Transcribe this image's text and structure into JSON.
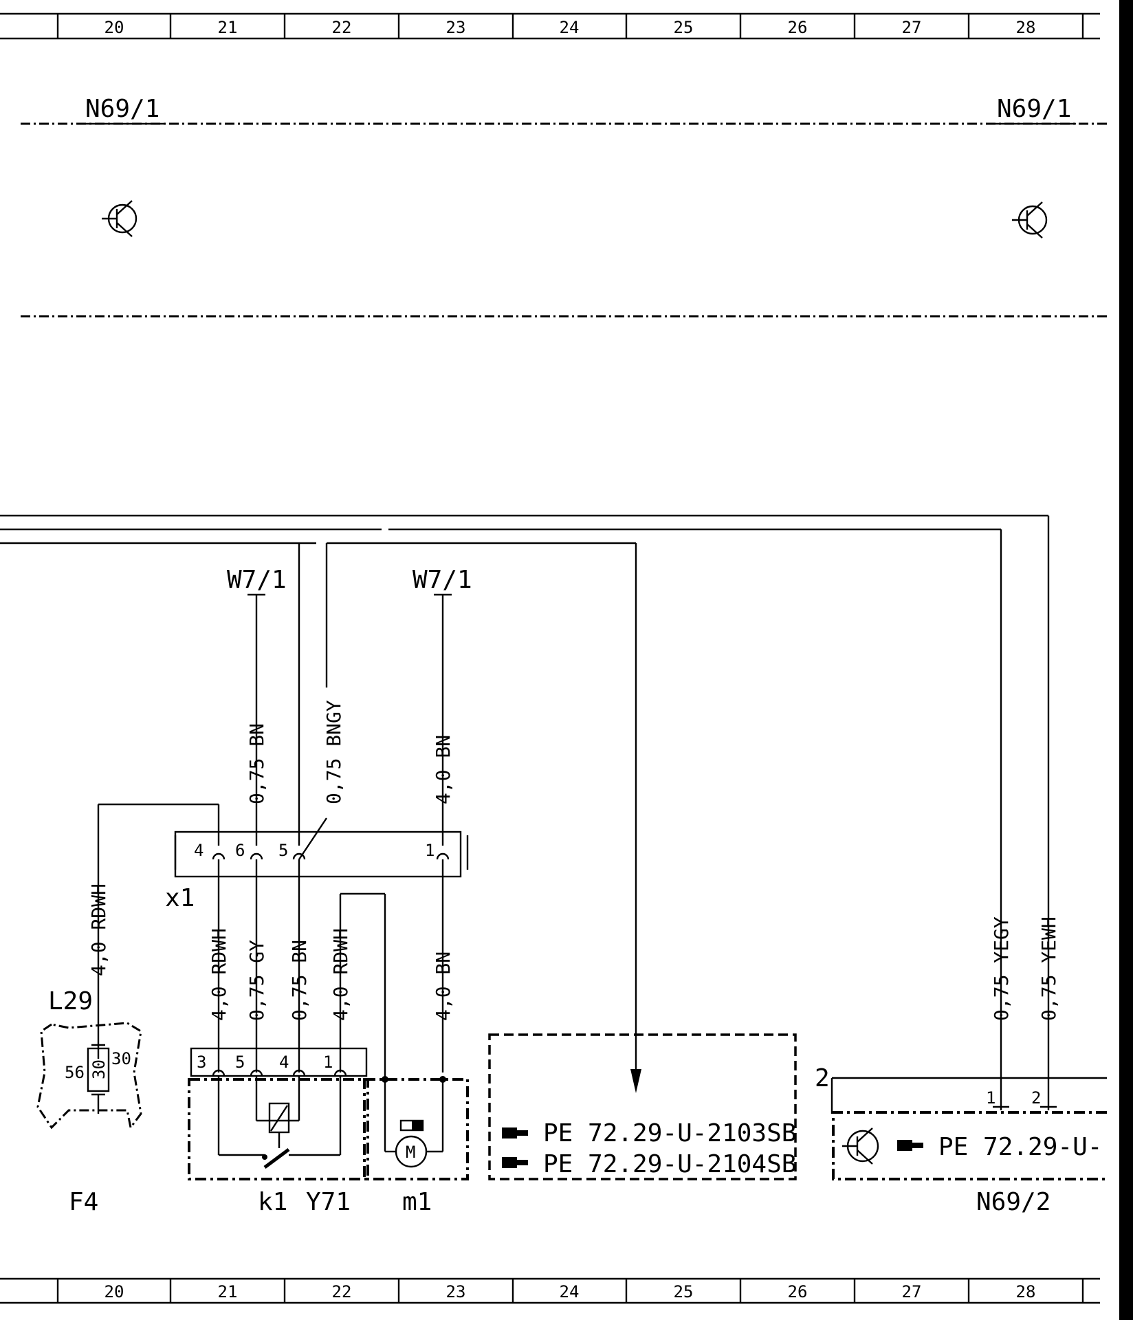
{
  "grid": {
    "columns": [
      "20",
      "21",
      "22",
      "23",
      "24",
      "25",
      "26",
      "27",
      "28"
    ]
  },
  "modules": {
    "top_left": "N69/1",
    "top_right": "N69/1",
    "bottom_right": "N69/2"
  },
  "ground_points": {
    "left": "W7/1",
    "right": "W7/1"
  },
  "wires": {
    "w_075bn_top": "0,75 BN",
    "w_075bngy": "0,75 BNGY",
    "w_40bn_top": "4,0 BN",
    "w_40rdwh_left": "4,0 RDWH",
    "w_40rdwh_k1": "4,0 RDWH",
    "w_075gy": "0,75 GY",
    "w_075bn_k1": "0,75 BN",
    "w_40rdwh_m1": "4,0 RDWH",
    "w_40bn_m1": "4,0 BN",
    "w_075yegy": "0,75 YEGY",
    "w_075yewh": "0,75 YEWH"
  },
  "connector_x1": {
    "label": "x1",
    "pins": [
      "4",
      "6",
      "5",
      "1"
    ]
  },
  "relay_block": {
    "pins": [
      "3",
      "5",
      "4",
      "1"
    ]
  },
  "components": {
    "fuse_label": "L29",
    "fuse_value": "30",
    "fuse_left_pin": "56",
    "fuse_right_pin": "30",
    "f4": "F4",
    "k1": "k1",
    "y71": "Y71",
    "m1": "m1",
    "motor_symbol": "M"
  },
  "references": {
    "ref1": "PE 72.29-U-2103SB",
    "ref2": "PE 72.29-U-2104SB",
    "ref3": "PE 72.29-U-"
  },
  "n692_pins": {
    "pin_1": "1",
    "pin_2": "2",
    "pin_outer": "2"
  },
  "icons": [
    "transistor-icon",
    "pointing-hand-icon",
    "motor-icon",
    "relay-coil-icon",
    "fuse-icon"
  ]
}
